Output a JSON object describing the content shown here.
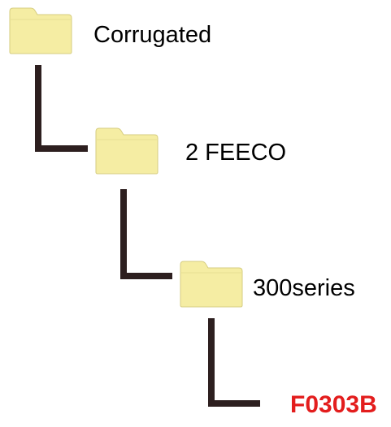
{
  "tree": {
    "level1": {
      "label": "Corrugated",
      "icon": "folder-icon"
    },
    "level2": {
      "label": "2 FEECO",
      "icon": "folder-icon"
    },
    "level3": {
      "label": "300series",
      "icon": "folder-icon"
    },
    "leaf": {
      "label": "F0303B",
      "color": "#e31d1d"
    }
  },
  "colors": {
    "folder_body": "#f5eda3",
    "folder_tab": "#f0e596",
    "folder_edge": "#d6cd80",
    "connector": "#2d1f1f",
    "text": "#000000",
    "highlight": "#e31d1d"
  }
}
